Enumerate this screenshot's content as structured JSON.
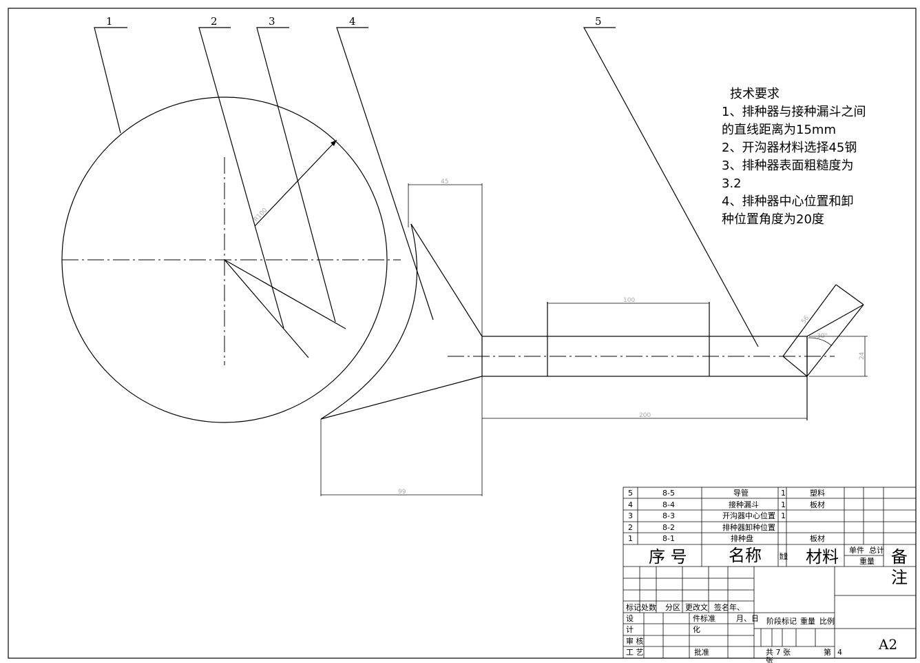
{
  "leaders": [
    "1",
    "2",
    "3",
    "4",
    "5"
  ],
  "dimensions": {
    "d45": "45",
    "d100": "100",
    "d200": "200",
    "d99": "99",
    "d24": "24",
    "d56": "56",
    "angle": "30°",
    "radius": "R100"
  },
  "requirements": {
    "title": "技术要求",
    "lines": [
      "1、排种器与接种漏斗之间",
      "的直线距离为15mm",
      "2、开沟器材料选择45钢",
      "3、排种器表面粗糙度为",
      "3.2",
      "4、排种器中心位置和卸",
      "种位置角度为20度"
    ]
  },
  "parts": [
    {
      "no": "5",
      "code": "8-5",
      "name": "导管",
      "qty": "1",
      "material": "塑料"
    },
    {
      "no": "4",
      "code": "8-4",
      "name": "接种漏斗",
      "qty": "1",
      "material": "板材"
    },
    {
      "no": "3",
      "code": "8-3",
      "name": "开沟器中心位置",
      "qty": "1",
      "material": ""
    },
    {
      "no": "2",
      "code": "8-2",
      "name": "排种器卸种位置",
      "qty": "",
      "material": ""
    },
    {
      "no": "1",
      "code": "8-1",
      "name": "排种盘",
      "qty": "",
      "material": "板材"
    }
  ],
  "header": {
    "seq": "序 号",
    "name": "名称",
    "qty": "数量",
    "material": "材料",
    "unit": "单件",
    "total": "总计",
    "weight": "重量",
    "remark1": "备",
    "remark2": "注"
  },
  "title_block": {
    "mark": "标记处数",
    "zone": "分区",
    "change": "更改文",
    "sign": "签名年、",
    "file": "件标准",
    "date": "月、日",
    "design": "设",
    "calc": "计",
    "std": "化",
    "review": "审 核",
    "process": "工 艺",
    "approve": "批准",
    "stage": "阶段标记",
    "weight": "重量",
    "scale": "比例",
    "total_sheets": "共 7 张",
    "sheet_no": "第",
    "sheet_val": "4",
    "sheet_suffix": "张",
    "size": "A2"
  }
}
